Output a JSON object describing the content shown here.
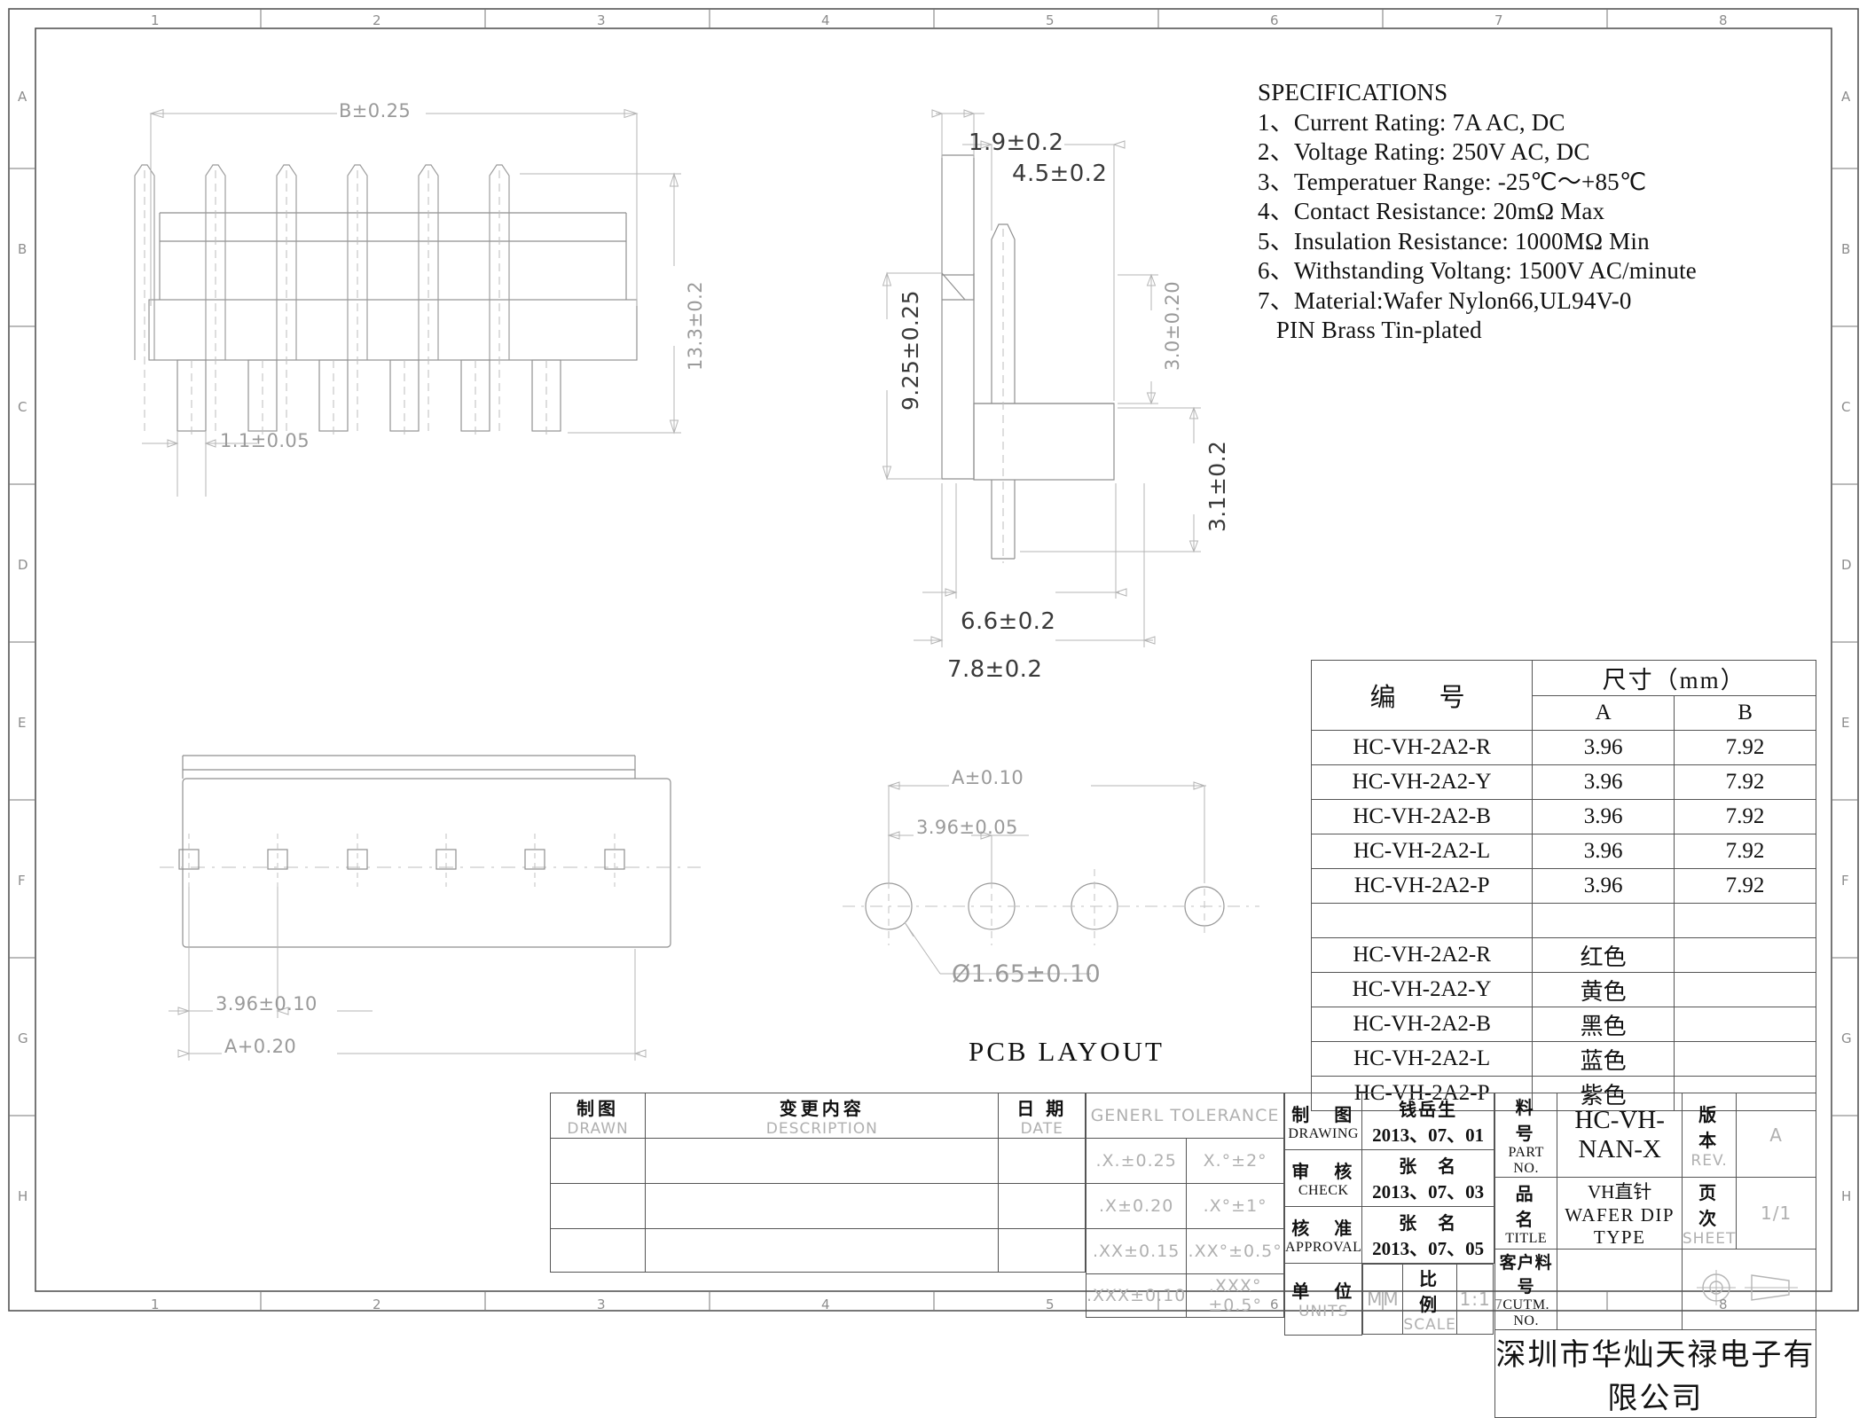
{
  "document": {
    "type": "engineering-drawing",
    "specifications": {
      "heading": "SPECIFICATIONS",
      "items": [
        "1、Current Rating: 7A AC, DC",
        "2、Voltage Rating: 250V AC, DC",
        "3、Temperatuer Range: -25℃～+85℃",
        "4、Contact Resistance: 20mΩ Max",
        "5、Insulation Resistance: 1000MΩ Min",
        "6、Withstanding Voltang: 1500V AC/minute",
        "7、Material:Wafer Nylon66,UL94V-0",
        "   PIN Brass Tin-plated"
      ]
    },
    "views": {
      "front": {
        "dimensions": {
          "overall_width": "B±0.25",
          "overall_height": "13.3±0.2",
          "pin_width": "1.1±0.05"
        }
      },
      "side": {
        "dimensions": {
          "top_small": "1.9±0.2",
          "top_large": "4.5±0.2",
          "height_left": "9.25±0.25",
          "depth_right_upper": "3.0±0.20",
          "depth_right_lower": "3.1±0.2",
          "bottom_inner": "6.6±0.2",
          "bottom_outer": "7.8±0.2"
        }
      },
      "bottom": {
        "dimensions": {
          "pitch": "3.96±0.10",
          "overall": "A+0.20"
        }
      },
      "pcb_layout": {
        "title": "PCB LAYOUT",
        "dimensions": {
          "overall": "A±0.10",
          "pitch": "3.96±0.05",
          "hole": "Ø1.65±0.10"
        }
      }
    },
    "dimension_table": {
      "header": {
        "part_no": "编　号",
        "group": "尺寸（mm）",
        "col_a": "A",
        "col_b": "B"
      },
      "rows": [
        {
          "part": "HC-VH-2A2-R",
          "a": "3.96",
          "b": "7.92"
        },
        {
          "part": "HC-VH-2A2-Y",
          "a": "3.96",
          "b": "7.92"
        },
        {
          "part": "HC-VH-2A2-B",
          "a": "3.96",
          "b": "7.92"
        },
        {
          "part": "HC-VH-2A2-L",
          "a": "3.96",
          "b": "7.92"
        },
        {
          "part": "HC-VH-2A2-P",
          "a": "3.96",
          "b": "7.92"
        }
      ],
      "color_rows": [
        {
          "part": "HC-VH-2A2-R",
          "color": "红色"
        },
        {
          "part": "HC-VH-2A2-Y",
          "color": "黄色"
        },
        {
          "part": "HC-VH-2A2-B",
          "color": "黑色"
        },
        {
          "part": "HC-VH-2A2-L",
          "color": "蓝色"
        },
        {
          "part": "HC-VH-2A2-P",
          "color": "紫色"
        }
      ]
    },
    "title_block": {
      "revision_header": {
        "drawn_cn": "制图",
        "drawn_en": "DRAWN",
        "description_cn": "变更内容",
        "description_en": "DESCRIPTION",
        "date_cn": "日 期",
        "date_en": "DATE"
      },
      "tolerance": {
        "heading": "GENERL  TOLERANCE",
        "linear": [
          ".X.±0.25",
          ".X±0.20",
          ".XX±0.15",
          ".XXX±0.10"
        ],
        "angular": [
          "X.°±2°",
          ".X°±1°",
          ".XX°±0.5°",
          ".XXX°±0.5°"
        ]
      },
      "approvals": [
        {
          "cn": "制　图",
          "en": "DRAWING",
          "name": "钱岳生",
          "date": "2013、07、01"
        },
        {
          "cn": "审　核",
          "en": "CHECK",
          "name": "张　名",
          "date": "2013、07、03"
        },
        {
          "cn": "核　准",
          "en": "APPROVAL",
          "name": "张　名",
          "date": "2013、07、05"
        }
      ],
      "units": {
        "cn": "单　位",
        "en": "UNITS",
        "value": "MM"
      },
      "scale": {
        "cn": "比　例",
        "en": "SCALE",
        "value": "1:1"
      },
      "part_no": {
        "cn": "料　号",
        "en": "PART NO.",
        "value": "HC-VH-NAN-X"
      },
      "title": {
        "cn": "品　名",
        "en": "TITLE",
        "value_cn": "VH直针",
        "value_en": "WAFER DIP TYPE"
      },
      "customer_no": {
        "cn": "客户料号",
        "en": "CUTM. NO.",
        "value": ""
      },
      "revision": {
        "cn": "版　本",
        "en": "REV.",
        "value": "A"
      },
      "sheet": {
        "cn": "页　次",
        "en": "SHEET",
        "value": "1/1"
      },
      "company": "深圳市华灿天禄电子有限公司",
      "projection_icon": "third-angle-projection-symbol"
    },
    "frame": {
      "columns": [
        "1",
        "2",
        "3",
        "4",
        "5",
        "6",
        "7",
        "8"
      ],
      "rows": [
        "A",
        "B",
        "C",
        "D",
        "E",
        "F",
        "G",
        "H"
      ]
    }
  }
}
